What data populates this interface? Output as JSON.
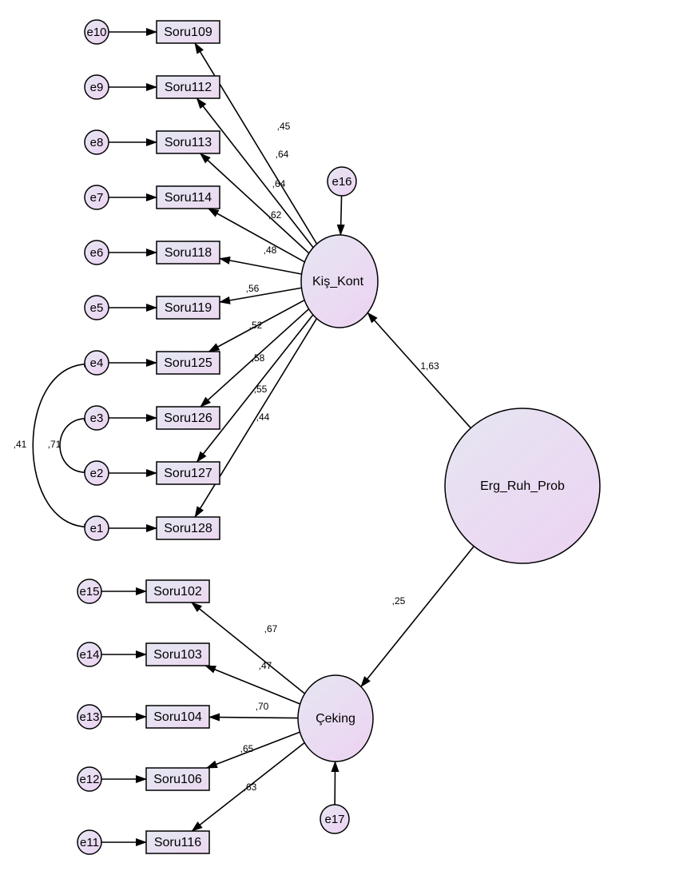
{
  "diagram": {
    "latents": [
      {
        "id": "kis",
        "label": "Kiş_Kont"
      },
      {
        "id": "cek",
        "label": "Çeking"
      },
      {
        "id": "erg",
        "label": "Erg_Ruh_Prob"
      }
    ],
    "observed": [
      {
        "id": "s109",
        "label": "Soru109"
      },
      {
        "id": "s112",
        "label": "Soru112"
      },
      {
        "id": "s113",
        "label": "Soru113"
      },
      {
        "id": "s114",
        "label": "Soru114"
      },
      {
        "id": "s118",
        "label": "Soru118"
      },
      {
        "id": "s119",
        "label": "Soru119"
      },
      {
        "id": "s125",
        "label": "Soru125"
      },
      {
        "id": "s126",
        "label": "Soru126"
      },
      {
        "id": "s127",
        "label": "Soru127"
      },
      {
        "id": "s128",
        "label": "Soru128"
      },
      {
        "id": "s102",
        "label": "Soru102"
      },
      {
        "id": "s103",
        "label": "Soru103"
      },
      {
        "id": "s104",
        "label": "Soru104"
      },
      {
        "id": "s106",
        "label": "Soru106"
      },
      {
        "id": "s116",
        "label": "Soru116"
      }
    ],
    "errors": [
      {
        "id": "e10",
        "label": "e10"
      },
      {
        "id": "e9",
        "label": "e9"
      },
      {
        "id": "e8",
        "label": "e8"
      },
      {
        "id": "e7",
        "label": "e7"
      },
      {
        "id": "e6",
        "label": "e6"
      },
      {
        "id": "e5",
        "label": "e5"
      },
      {
        "id": "e4",
        "label": "e4"
      },
      {
        "id": "e3",
        "label": "e3"
      },
      {
        "id": "e2",
        "label": "e2"
      },
      {
        "id": "e1",
        "label": "e1"
      },
      {
        "id": "e15",
        "label": "e15"
      },
      {
        "id": "e14",
        "label": "e14"
      },
      {
        "id": "e13",
        "label": "e13"
      },
      {
        "id": "e12",
        "label": "e12"
      },
      {
        "id": "e11",
        "label": "e11"
      },
      {
        "id": "e16",
        "label": "e16"
      },
      {
        "id": "e17",
        "label": "e17"
      }
    ],
    "loadings": [
      {
        "from": "kis",
        "to": "s109",
        "value": ",45"
      },
      {
        "from": "kis",
        "to": "s112",
        "value": ",64"
      },
      {
        "from": "kis",
        "to": "s113",
        "value": ",64"
      },
      {
        "from": "kis",
        "to": "s114",
        "value": ",62"
      },
      {
        "from": "kis",
        "to": "s118",
        "value": ",48"
      },
      {
        "from": "kis",
        "to": "s119",
        "value": ",56"
      },
      {
        "from": "kis",
        "to": "s125",
        "value": ",52"
      },
      {
        "from": "kis",
        "to": "s126",
        "value": ",58"
      },
      {
        "from": "kis",
        "to": "s127",
        "value": ",55"
      },
      {
        "from": "kis",
        "to": "s128",
        "value": ",44"
      },
      {
        "from": "cek",
        "to": "s102",
        "value": ",67"
      },
      {
        "from": "cek",
        "to": "s103",
        "value": ",47"
      },
      {
        "from": "cek",
        "to": "s104",
        "value": ",70"
      },
      {
        "from": "cek",
        "to": "s106",
        "value": ",65"
      },
      {
        "from": "cek",
        "to": "s116",
        "value": ",63"
      }
    ],
    "structural": [
      {
        "from": "erg",
        "to": "kis",
        "value": "1,63"
      },
      {
        "from": "erg",
        "to": "cek",
        "value": ",25"
      }
    ],
    "covariances": [
      {
        "from": "e3",
        "to": "e2",
        "value": ",71"
      },
      {
        "from": "e4",
        "to": "e1",
        "value": ",41"
      }
    ]
  }
}
